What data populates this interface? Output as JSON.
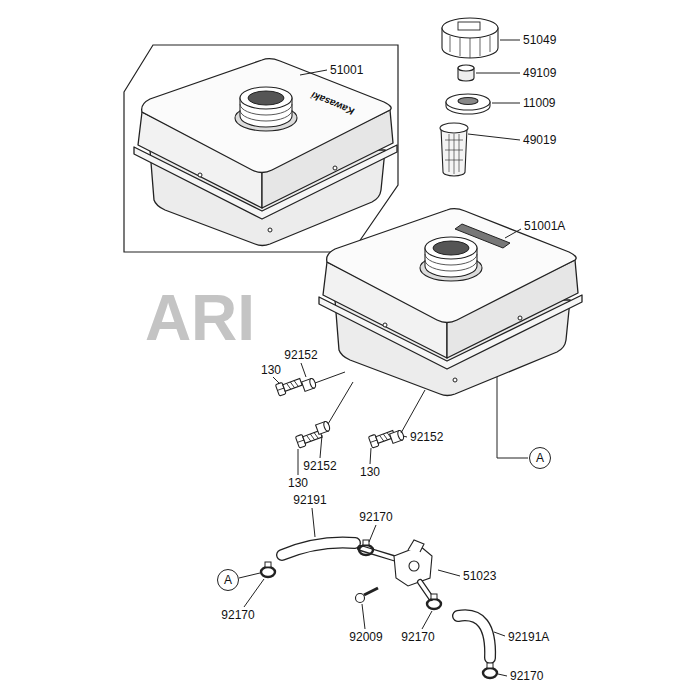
{
  "diagram": {
    "nodes": [
      {
        "text": [
          "A"
        ]
      },
      {
        "text": [
          "A"
        ]
      }
    ],
    "labels": [
      "51049",
      "51001",
      "49109",
      "11009",
      "49019",
      "51001A",
      "92152",
      "130",
      "92152",
      "92152",
      "130",
      "130",
      "92191",
      "92170",
      "51023",
      "92170",
      "92009",
      "92170",
      "92191A",
      "92170",
      "Kawasaki",
      "ARI"
    ]
  }
}
